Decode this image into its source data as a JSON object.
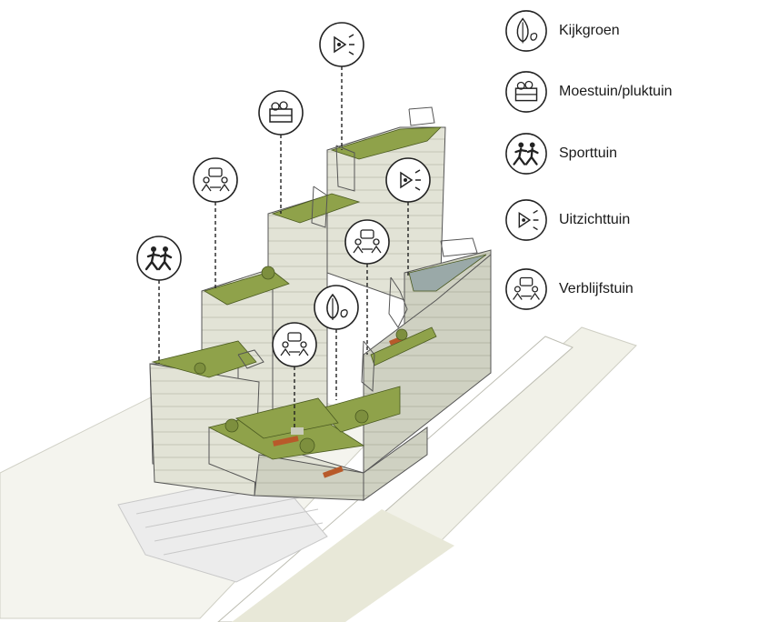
{
  "legend": {
    "items": [
      {
        "label": "Kijkgroen",
        "icon": "leaf-icon"
      },
      {
        "label": "Moestuin/pluktuin",
        "icon": "vegetable-crate-icon"
      },
      {
        "label": "Sporttuin",
        "icon": "running-people-icon"
      },
      {
        "label": "Uitzichttuin",
        "icon": "eye-view-icon"
      },
      {
        "label": "Verblijfstuin",
        "icon": "people-talking-icon"
      }
    ]
  },
  "colors": {
    "grass": "#8fa24a",
    "grass_dark": "#6e8a34",
    "facade": "#dfe0d3",
    "facade_dark": "#c9cbbb",
    "ground": "#e9e9dc",
    "path_wood": "#b85a2a",
    "line": "#333333"
  }
}
